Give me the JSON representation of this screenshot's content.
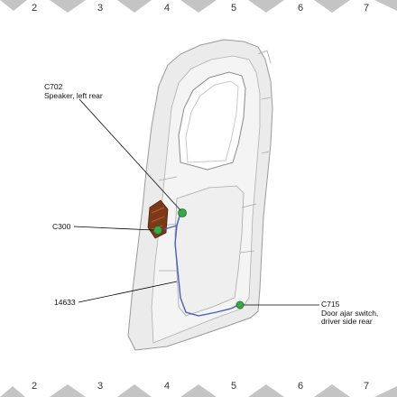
{
  "grid": {
    "columns": [
      "2",
      "3",
      "4",
      "5",
      "6",
      "7"
    ]
  },
  "callouts": {
    "c702": {
      "code": "C702",
      "description": "Speaker, left rear"
    },
    "c300": {
      "code": "C300"
    },
    "w14633": {
      "code": "14633"
    },
    "c715": {
      "code": "C715",
      "description_line1": "Door ajar switch,",
      "description_line2": "driver side rear"
    }
  },
  "colors": {
    "connector": "#3aa84a",
    "harness": "#4a5fc1",
    "panel_fill": "#e6e6e6",
    "panel_stroke": "#9a9a9a",
    "ruler_gray": "#bdbdbd"
  }
}
